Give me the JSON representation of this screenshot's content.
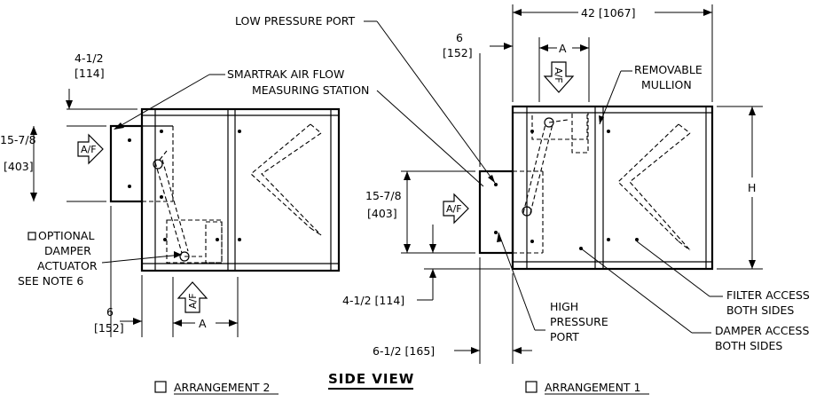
{
  "labels": {
    "low_pressure_port": "LOW PRESSURE PORT",
    "smartrak_line1": "SMARTRAK AIR FLOW",
    "smartrak_line2": "MEASURING STATION",
    "removable_line1": "REMOVABLE",
    "removable_line2": "MULLION",
    "optional_line1": "OPTIONAL",
    "optional_line2": "DAMPER",
    "optional_line3": "ACTUATOR",
    "optional_line4": "SEE NOTE 6",
    "high_pressure_line1": "HIGH",
    "high_pressure_line2": "PRESSURE",
    "high_pressure_line3": "PORT",
    "filter_access_line1": "FILTER ACCESS",
    "filter_access_line2": "BOTH SIDES",
    "damper_access_line1": "DAMPER ACCESS",
    "damper_access_line2": "BOTH SIDES",
    "arrangement2": "ARRANGEMENT 2",
    "arrangement1": "ARRANGEMENT 1",
    "view_title": "SIDE VIEW",
    "airflow": "A/F"
  },
  "dimensions": {
    "top_width": "42 [1067]",
    "dim6_top_a": "6",
    "dim6_top_b": "[152]",
    "dim_a": "A",
    "dim_h": "H",
    "dim412_a": "4-1/2",
    "dim412_b": "[114]",
    "dim15_a": "15-7/8",
    "dim15_b": "[403]",
    "dim6_bot_a": "6",
    "dim6_bot_b": "[152]",
    "dim412_right": "4-1/2 [114]",
    "dim612_right": "6-1/2 [165]"
  }
}
